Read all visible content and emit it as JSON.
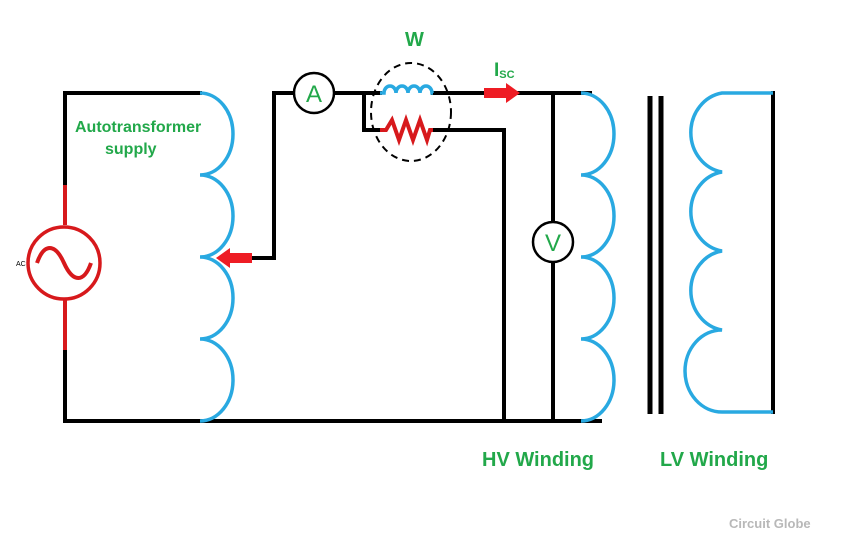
{
  "labels": {
    "autotransformer_line1": "Autotransformer",
    "autotransformer_line2": "supply",
    "wattmeter": "W",
    "current_main": "I",
    "current_sub": "SC",
    "hv_winding": "HV Winding",
    "lv_winding": "LV Winding",
    "ammeter": "A",
    "voltmeter": "V",
    "source": "AC",
    "watermark": "Circuit Globe"
  },
  "colors": {
    "coil": "#29a9e1",
    "source": "#d7191c",
    "arrow": "#ee1c24",
    "label": "#22a84a",
    "wire": "#000000",
    "watermark": "#b8b8b8"
  },
  "icons": {
    "source": "ac-source-icon",
    "arrow": "arrow-icon",
    "resistor": "resistor-icon"
  }
}
